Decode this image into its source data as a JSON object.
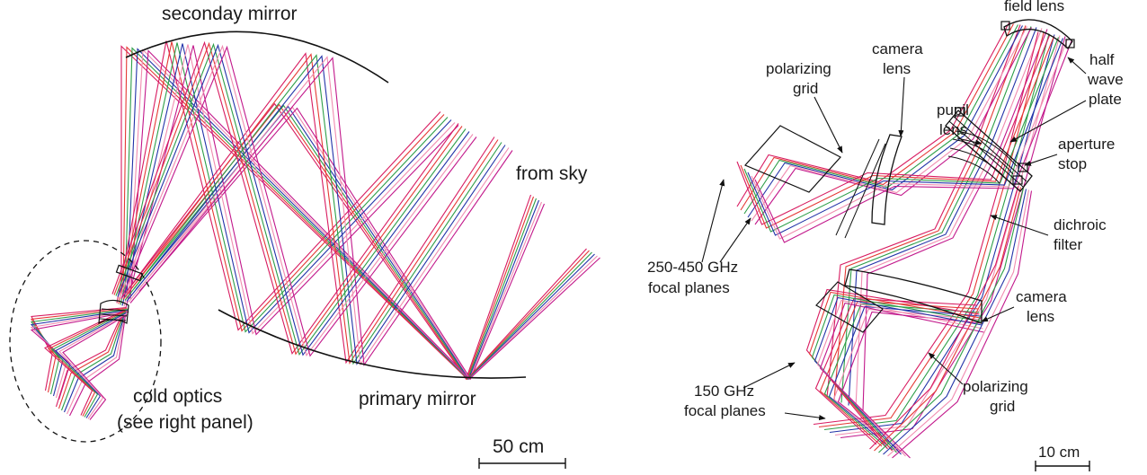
{
  "colors": {
    "ray_palette": [
      "#d81b60",
      "#e53935",
      "#2e9e48",
      "#2233a8",
      "#f08cb0",
      "#c2188b"
    ],
    "ink": "#111111"
  },
  "left_panel": {
    "labels": {
      "secondary_mirror": "seconday mirror",
      "from_sky": "from sky",
      "primary_mirror": "primary mirror",
      "cold_optics_line1": "cold optics",
      "cold_optics_line2": "(see right panel)",
      "scale_bar": "50 cm"
    }
  },
  "right_panel": {
    "labels": {
      "field_lens": "field lens",
      "camera_lens_top_1": "camera",
      "camera_lens_top_2": "lens",
      "polarizing_grid_top_1": "polarizing",
      "polarizing_grid_top_2": "grid",
      "pupil_lens_1": "pupil",
      "pupil_lens_2": "lens",
      "half_wave_plate_1": "half",
      "half_wave_plate_2": "wave",
      "half_wave_plate_3": "plate",
      "aperture_stop_1": "aperture",
      "aperture_stop_2": "stop",
      "dichroic_filter_1": "dichroic",
      "dichroic_filter_2": "filter",
      "fp_250_1": "250-450 GHz",
      "fp_250_2": "focal planes",
      "camera_lens_bottom_1": "camera",
      "camera_lens_bottom_2": "lens",
      "fp_150_1": "150 GHz",
      "fp_150_2": "focal planes",
      "polarizing_grid_bottom_1": "polarizing",
      "polarizing_grid_bottom_2": "grid",
      "scale_bar": "10 cm"
    }
  }
}
